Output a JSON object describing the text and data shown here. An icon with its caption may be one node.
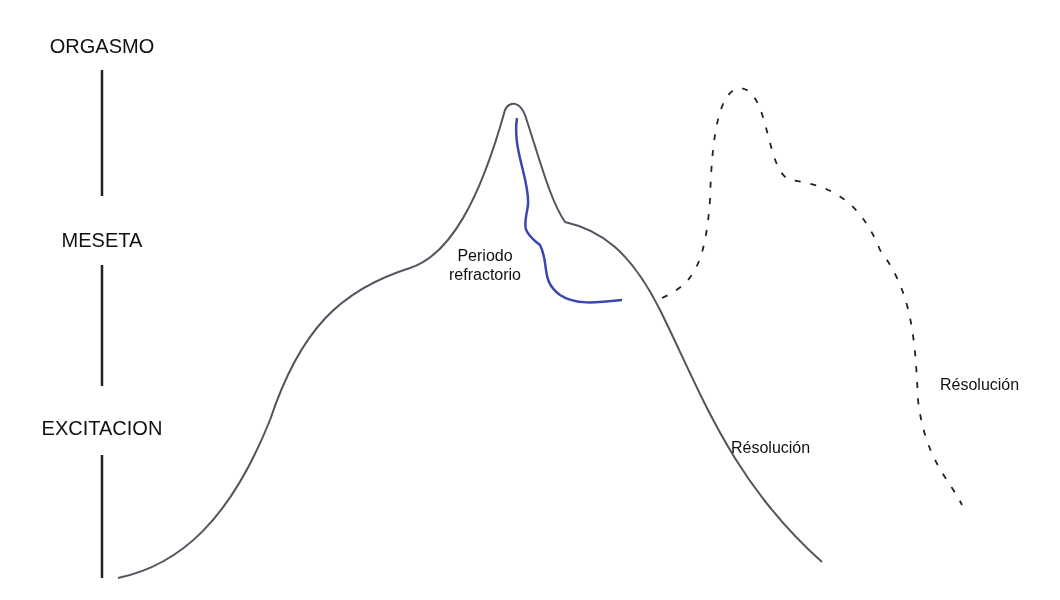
{
  "diagram": {
    "labels": [
      "ORGASMO",
      "MESETA",
      "Periodo refractorio",
      "Résolución",
      "EXCITACION",
      "Résolución"
    ]
  }
}
